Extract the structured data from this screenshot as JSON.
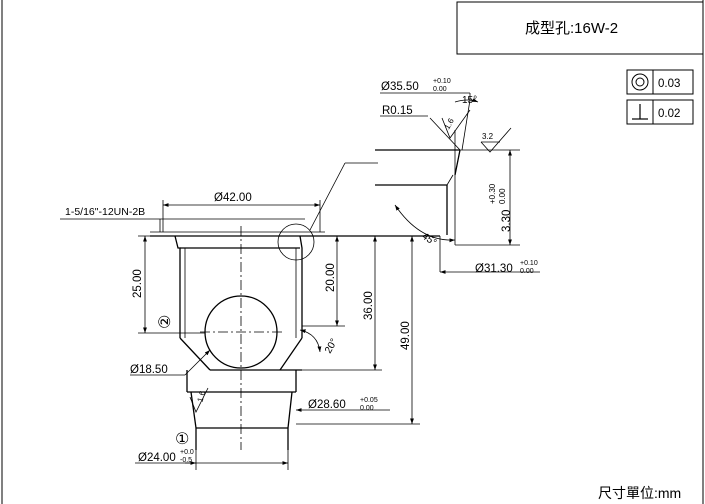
{
  "title": "成型孔:16W-2",
  "units": "尺寸單位:mm",
  "tolerances": [
    {
      "icon": "concentricity-icon",
      "value": "0.03"
    },
    {
      "icon": "perpendicularity-icon",
      "value": "0.02"
    }
  ],
  "dimensions": {
    "d35_50": "Ø35.50",
    "d35_50_upper": "+0.10",
    "d35_50_lower": "0.00",
    "angle_15": "15°",
    "r0_15": "R0.15",
    "roughness_16_top": "1.6",
    "roughness_3_2": "3.2",
    "tol_030_upper": "+0.30",
    "tol_030_lower": "0.00",
    "dim_3_30": "3.30",
    "angle_45": "45°",
    "d31_30": "Ø31.30",
    "d31_30_upper": "+0.10",
    "d31_30_lower": "0.00",
    "thread": "1-5/16\"-12UN-2B",
    "d42_00": "Ø42.00",
    "dim_25_00": "25.00",
    "dim_20_00": "20.00",
    "dim_36_00": "36.00",
    "dim_49_00": "49.00",
    "port_2": "②",
    "angle_20": "20°",
    "d18_50": "Ø18.50",
    "roughness_16_bottom": "1.6",
    "d28_60": "Ø28.60",
    "d28_60_upper": "+0.05",
    "d28_60_lower": "0.00",
    "port_1": "①",
    "d24_00": "Ø24.00",
    "d24_00_upper": "+0.0",
    "d24_00_lower": "-0.5"
  }
}
